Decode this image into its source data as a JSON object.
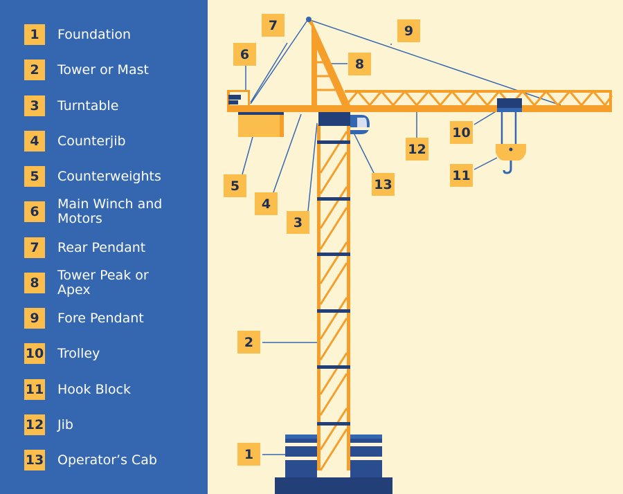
{
  "legend": {
    "items": [
      {
        "num": "1",
        "label": "Foundation"
      },
      {
        "num": "2",
        "label": "Tower or Mast"
      },
      {
        "num": "3",
        "label": "Turntable"
      },
      {
        "num": "4",
        "label": "Counterjib"
      },
      {
        "num": "5",
        "label": "Counterweights"
      },
      {
        "num": "6",
        "label": "Main Winch and Motors"
      },
      {
        "num": "7",
        "label": "Rear Pendant"
      },
      {
        "num": "8",
        "label": "Tower Peak or Apex"
      },
      {
        "num": "9",
        "label": "Fore Pendant"
      },
      {
        "num": "10",
        "label": "Trolley"
      },
      {
        "num": "11",
        "label": "Hook Block"
      },
      {
        "num": "12",
        "label": "Jib"
      },
      {
        "num": "13",
        "label": "Operator’s Cab"
      }
    ]
  },
  "callouts": [
    "1",
    "2",
    "3",
    "4",
    "5",
    "6",
    "7",
    "8",
    "9",
    "10",
    "11",
    "12",
    "13"
  ],
  "colors": {
    "panel": "#3567b0",
    "background": "#fdf4d4",
    "badge": "#fbbe4d",
    "badge_text": "#1f2f52",
    "crane_orange": "#f59e2a",
    "navy": "#1f3f7a",
    "leader_line": "#3567b0"
  }
}
